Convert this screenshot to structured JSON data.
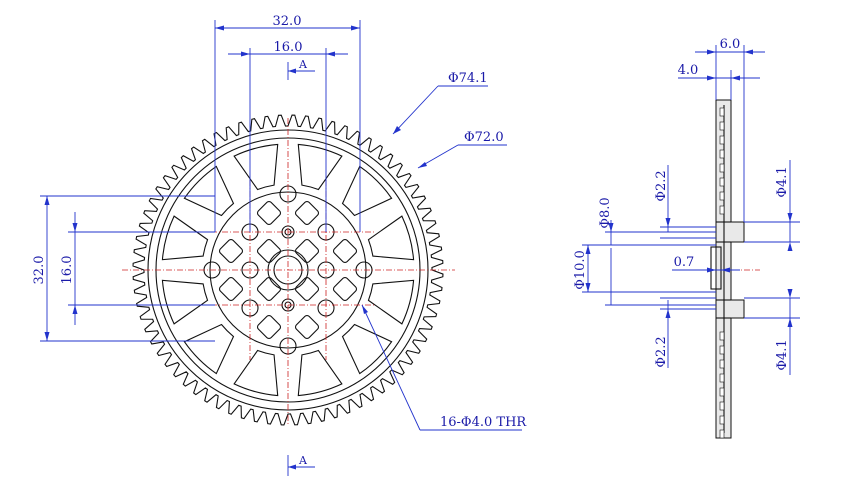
{
  "front_view": {
    "dim_top_outer": "32.0",
    "dim_top_inner": "16.0",
    "dim_left_outer": "32.0",
    "dim_left_inner": "16.0",
    "section_label_top": "A",
    "section_label_bottom": "A",
    "outer_diameter": "Φ74.1",
    "pitch_diameter": "Φ72.0",
    "hole_callout": "16-Φ4.0 THR"
  },
  "side_view": {
    "width_total": "6.0",
    "width_hub": "4.0",
    "bore_dia_top": "Φ2.2",
    "bore_dia_bottom": "Φ2.2",
    "hub_dia_left": "Φ8.0",
    "shaft_dia": "Φ10.0",
    "step_depth": "0.7",
    "boss_dia_top": "Φ4.1",
    "boss_dia_bottom": "Φ4.1"
  },
  "colors": {
    "dimension": "#2233cc",
    "outline": "#111111",
    "centerline": "#cc2222"
  },
  "gear": {
    "tooth_count": 72
  }
}
